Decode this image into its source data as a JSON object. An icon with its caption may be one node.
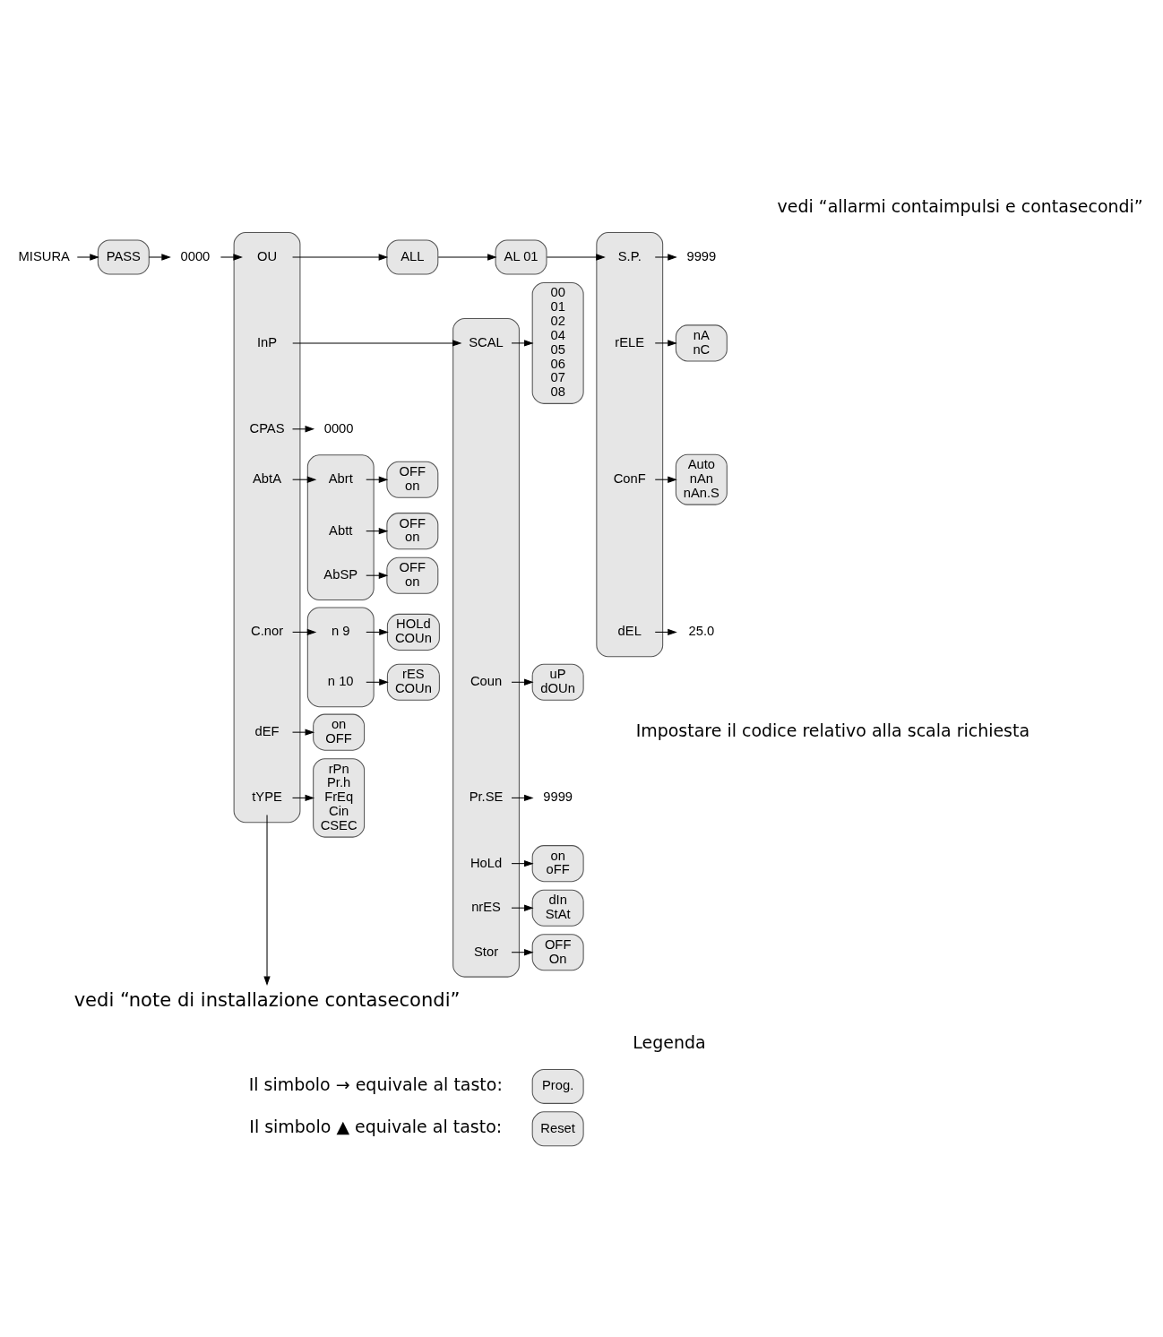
{
  "diagram": {
    "nodes": [
      {
        "text": [
          "MISURA"
        ]
      },
      {
        "text": [
          "PASS"
        ]
      },
      {
        "text": [
          "0000"
        ]
      },
      {
        "text": [],
        "shape": "box"
      },
      {
        "text": [
          "OU"
        ],
        "in": 3
      },
      {
        "text": [
          "InP"
        ],
        "in": 3
      },
      {
        "text": [
          "CPAS"
        ],
        "in": 3
      },
      {
        "text": [
          "AbtA"
        ],
        "in": 3
      },
      {
        "text": [
          "C.nor"
        ],
        "in": 3
      },
      {
        "text": [
          "dEF"
        ],
        "in": 3
      },
      {
        "text": [
          "tYPE"
        ],
        "in": 3
      },
      {
        "text": [
          "ALL"
        ]
      },
      {
        "text": [
          "AL 01"
        ]
      },
      {
        "text": [
          "0000"
        ]
      },
      {
        "text": [],
        "shape": "box"
      },
      {
        "text": [
          "Abrt"
        ],
        "in": 14
      },
      {
        "text": [
          "Abtt"
        ],
        "in": 14
      },
      {
        "text": [
          "AbSP"
        ],
        "in": 14
      },
      {
        "text": [
          "OFF",
          "on"
        ]
      },
      {
        "text": [
          "OFF",
          "on"
        ]
      },
      {
        "text": [
          "OFF",
          "on"
        ]
      },
      {
        "text": [],
        "shape": "box"
      },
      {
        "text": [
          "n 9"
        ],
        "in": 21
      },
      {
        "text": [
          "n 10"
        ],
        "in": 21
      },
      {
        "text": [
          "HOLd",
          "COUn"
        ]
      },
      {
        "text": [
          "rES",
          "COUn"
        ]
      },
      {
        "text": [
          "on",
          "OFF"
        ]
      },
      {
        "text": [
          "rPn",
          "Pr.h",
          "FrEq",
          "Cin",
          "CSEC"
        ]
      },
      {
        "text": [],
        "shape": "box"
      },
      {
        "text": [
          "SCAL"
        ],
        "in": 28
      },
      {
        "text": [
          "Coun"
        ],
        "in": 28
      },
      {
        "text": [
          "Pr.SE"
        ],
        "in": 28
      },
      {
        "text": [
          "HoLd"
        ],
        "in": 28
      },
      {
        "text": [
          "nrES"
        ],
        "in": 28
      },
      {
        "text": [
          "Stor"
        ],
        "in": 28
      },
      {
        "text": [
          "00",
          "01",
          "02",
          "04",
          "05",
          "06",
          "07",
          "08"
        ]
      },
      {
        "text": [
          "uP",
          "dOUn"
        ]
      },
      {
        "text": [
          "9999"
        ]
      },
      {
        "text": [
          "on",
          "oFF"
        ]
      },
      {
        "text": [
          "dIn",
          "StAt"
        ]
      },
      {
        "text": [
          "OFF",
          "On"
        ]
      },
      {
        "text": [],
        "shape": "box"
      },
      {
        "text": [
          "S.P."
        ],
        "in": 41
      },
      {
        "text": [
          "rELE"
        ],
        "in": 41
      },
      {
        "text": [
          "ConF"
        ],
        "in": 41
      },
      {
        "text": [
          "dEL"
        ],
        "in": 41
      },
      {
        "text": [
          "9999"
        ]
      },
      {
        "text": [
          "nA",
          "nC"
        ]
      },
      {
        "text": [
          "Auto",
          "nAn",
          "nAn.S"
        ]
      },
      {
        "text": [
          "25.0"
        ]
      },
      {
        "text": [
          "vedi “note di installazione contasecondi”"
        ]
      },
      {
        "text": [
          "Prog."
        ]
      },
      {
        "text": [
          "Reset"
        ]
      }
    ],
    "edges": [
      {
        "from": 0,
        "to": 1,
        "arrow": "to"
      },
      {
        "from": 1,
        "to": 2,
        "arrow": "to"
      },
      {
        "from": 2,
        "to": 4,
        "arrow": "to"
      },
      {
        "from": 4,
        "to": 11,
        "arrow": "to"
      },
      {
        "from": 11,
        "to": 12,
        "arrow": "to"
      },
      {
        "from": 12,
        "to": 42,
        "arrow": "to"
      },
      {
        "from": 5,
        "to": 29,
        "arrow": "to"
      },
      {
        "from": 6,
        "to": 13,
        "arrow": "to"
      },
      {
        "from": 7,
        "to": 15,
        "arrow": "to"
      },
      {
        "from": 15,
        "to": 18,
        "arrow": "to"
      },
      {
        "from": 16,
        "to": 19,
        "arrow": "to"
      },
      {
        "from": 17,
        "to": 20,
        "arrow": "to"
      },
      {
        "from": 8,
        "to": 22,
        "arrow": "to"
      },
      {
        "from": 22,
        "to": 24,
        "arrow": "to"
      },
      {
        "from": 23,
        "to": 25,
        "arrow": "to"
      },
      {
        "from": 9,
        "to": 26,
        "arrow": "to"
      },
      {
        "from": 10,
        "to": 27,
        "arrow": "to"
      },
      {
        "from": 10,
        "to": 50,
        "arrow": "to"
      },
      {
        "from": 29,
        "to": 35,
        "arrow": "to"
      },
      {
        "from": 30,
        "to": 36,
        "arrow": "to"
      },
      {
        "from": 31,
        "to": 37,
        "arrow": "to"
      },
      {
        "from": 32,
        "to": 38,
        "arrow": "to"
      },
      {
        "from": 33,
        "to": 39,
        "arrow": "to"
      },
      {
        "from": 34,
        "to": 40,
        "arrow": "to"
      },
      {
        "from": 42,
        "to": 46,
        "arrow": "to"
      },
      {
        "from": 43,
        "to": 47,
        "arrow": "to"
      },
      {
        "from": 44,
        "to": 48,
        "arrow": "to"
      },
      {
        "from": 45,
        "to": 49,
        "arrow": "to"
      }
    ],
    "labels": [
      "vedi “allarmi contaimpulsi e contasecondi”",
      "Impostare il codice relativo alla scala richiesta",
      "Legenda",
      "Il simbolo → equivale al tasto:",
      "Il simbolo ▲ equivale al tasto:"
    ]
  }
}
